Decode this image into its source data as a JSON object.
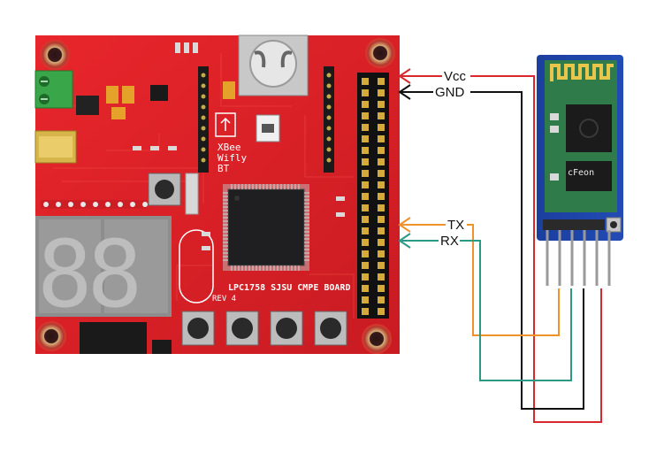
{
  "board": {
    "title": "LPC1758 SJSU CMPE BOARD",
    "rev": "REV 4",
    "xbee_lines": [
      "XBee",
      "Wifly",
      "BT"
    ],
    "seven_segment": "88"
  },
  "module": {
    "chip_brand": "cFeon"
  },
  "wiring": {
    "vcc_label": "Vcc",
    "gnd_label": "GND",
    "tx_label": "TX",
    "rx_label": "RX",
    "colors": {
      "vcc": "#d9272e",
      "gnd": "#111111",
      "tx": "#f0922b",
      "rx": "#2a9a86"
    }
  }
}
